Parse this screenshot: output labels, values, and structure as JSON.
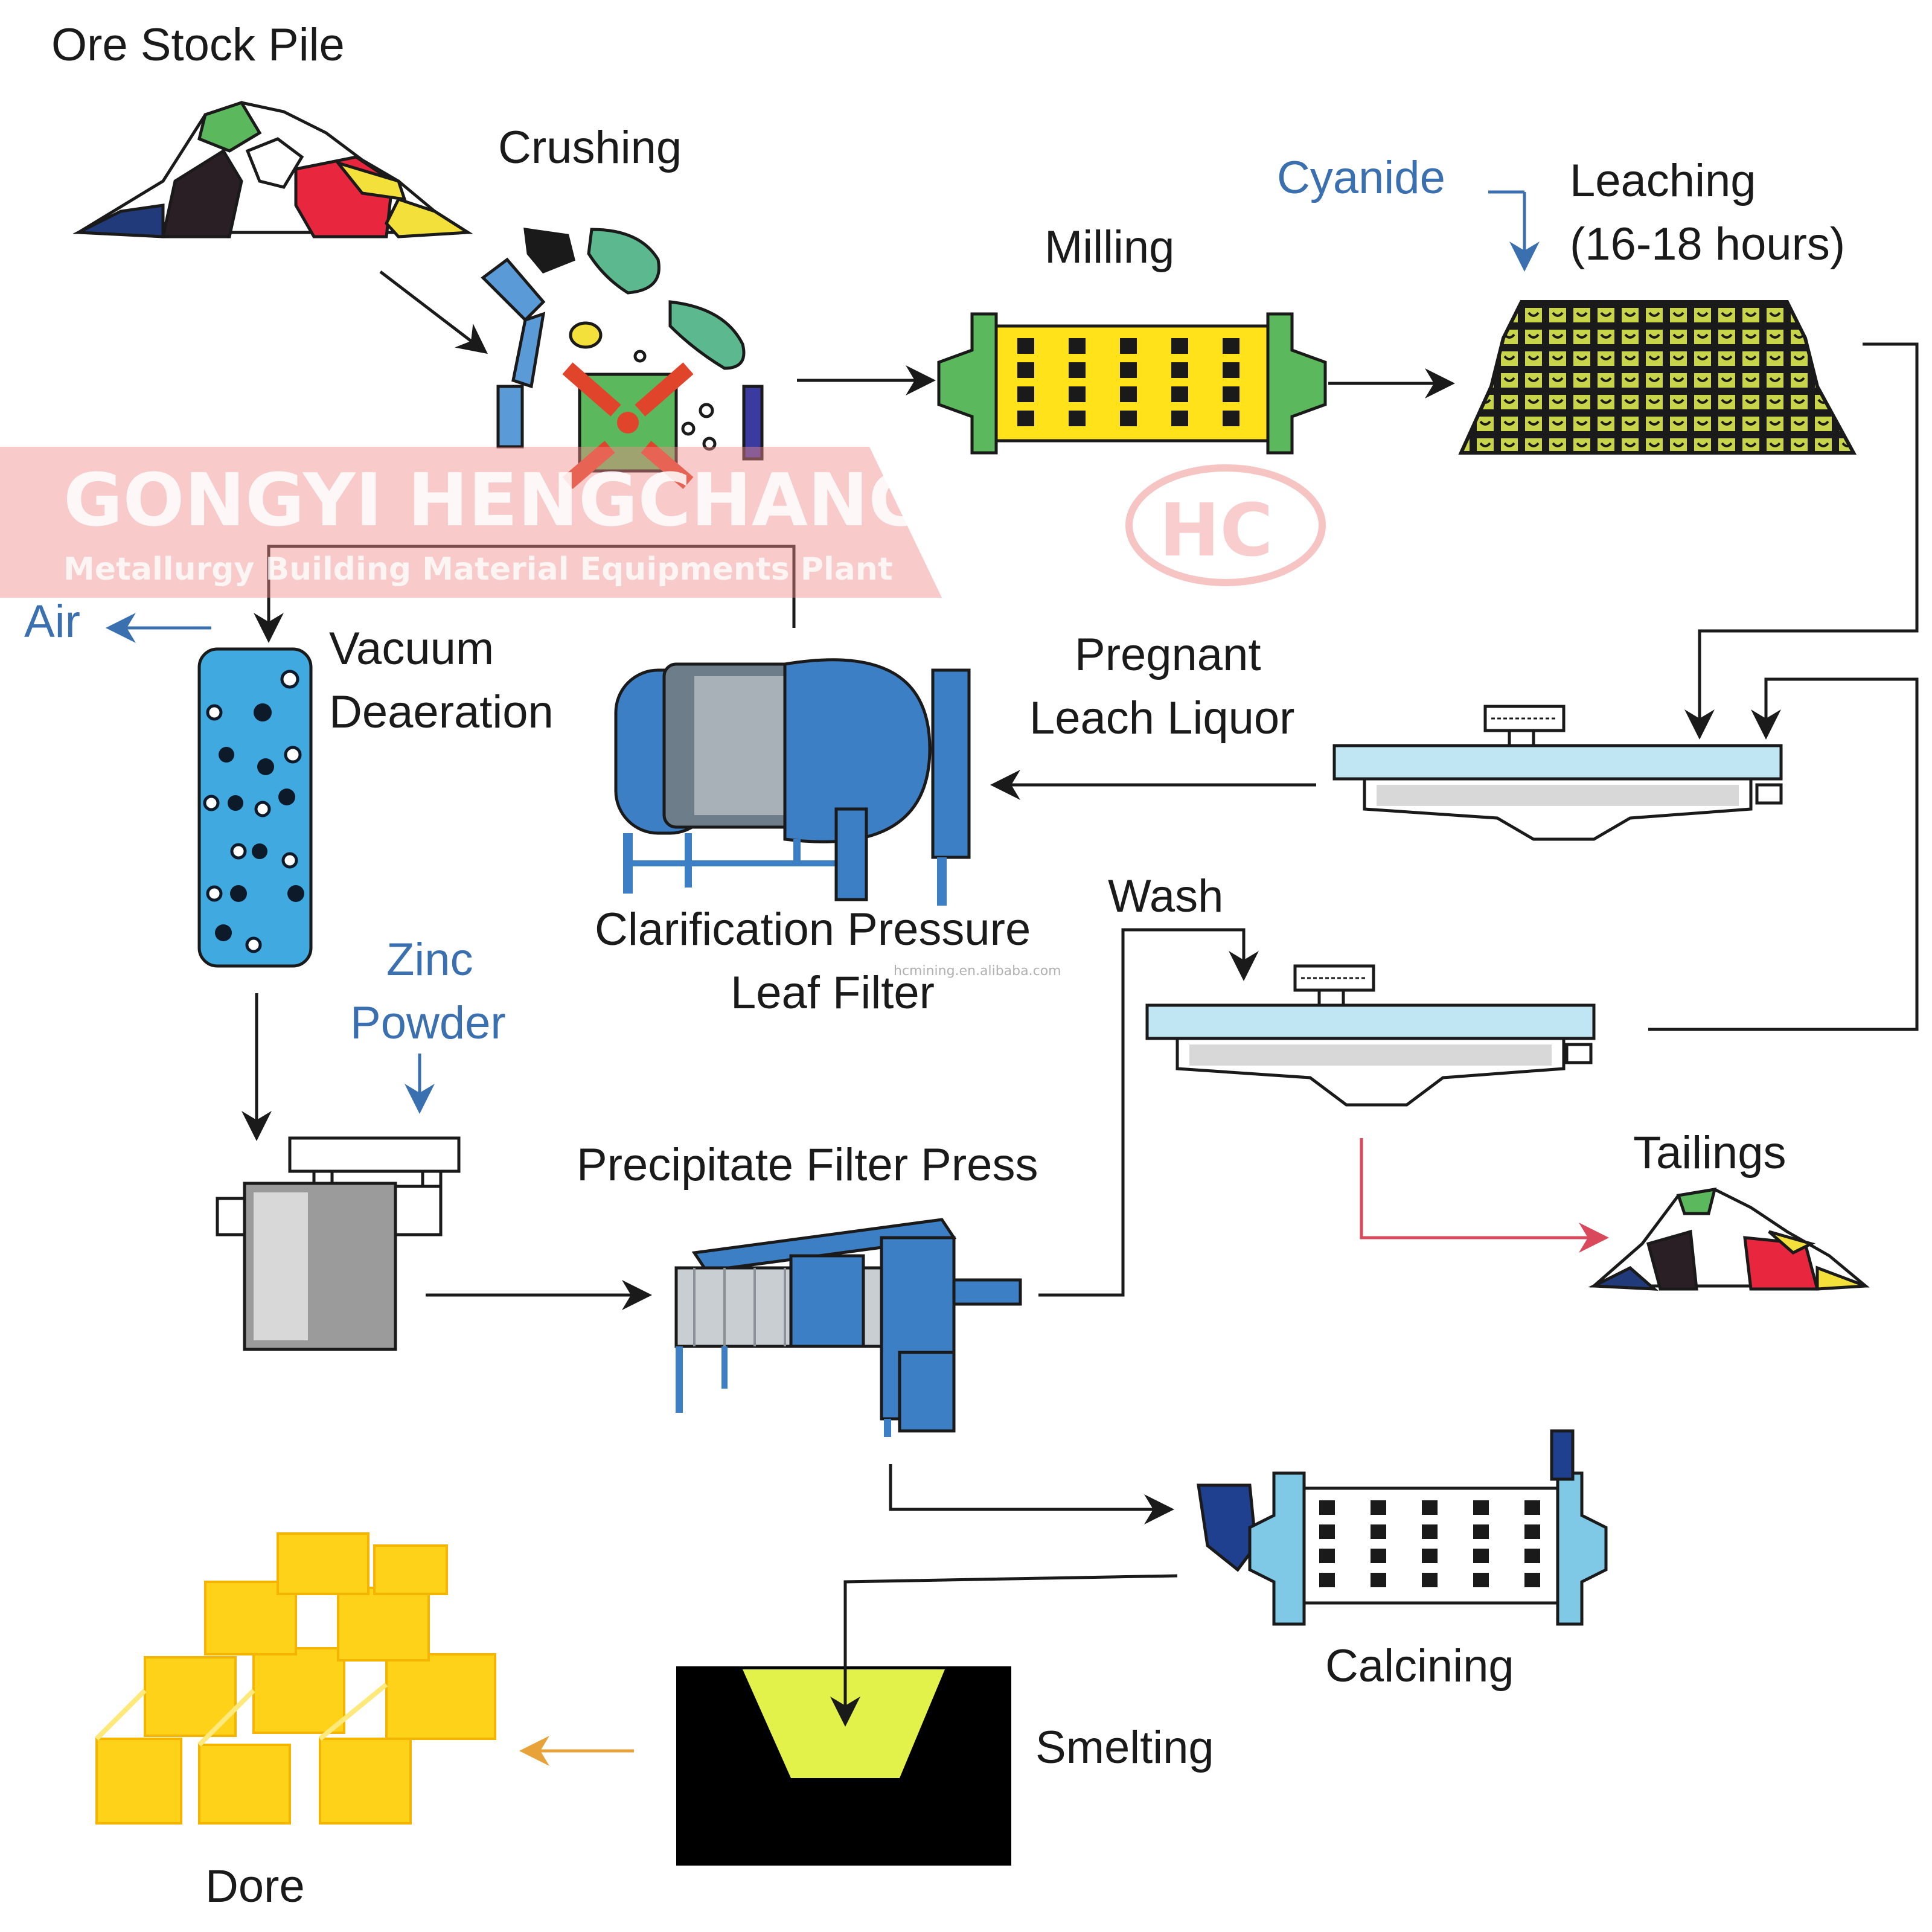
{
  "labels": {
    "ore_stock_pile": "Ore Stock Pile",
    "crushing": "Crushing",
    "milling": "Milling",
    "cyanide": "Cyanide",
    "leaching_1": "Leaching",
    "leaching_2": "(16-18 hours)",
    "air": "Air",
    "vacuum_1": "Vacuum",
    "vacuum_2": "Deaeration",
    "pregnant_1": "Pregnant",
    "pregnant_2": "Leach Liquor",
    "clarification_1": "Clarification Pressure",
    "clarification_2": "Leaf Filter",
    "wash": "Wash",
    "zinc_1": "Zinc",
    "zinc_2": "Powder",
    "precipitate": "Precipitate Filter Press",
    "tailings": "Tailings",
    "calcining": "Calcining",
    "smelting": "Smelting",
    "dore": "Dore"
  },
  "watermark": {
    "company": "GONGYI HENGCHANG",
    "tagline": "Metallurgy Building Material Equipments Plant",
    "url": "hcmining.en.alibaba.com",
    "logo_text": "HC"
  },
  "colors": {
    "line": "#1a1a1a",
    "reagent_blue": "#3a6fb0",
    "tailings_arrow": "#d9485b",
    "dore_arrow": "#e8a23a",
    "mill_yellow": "#ffe21a",
    "mill_green": "#5cb85c",
    "thickener_blue": "#bfe6f2",
    "filter_blue": "#3d7fc4",
    "deaerator_blue": "#3fa9e0",
    "smelt_yellow": "#e2f24a",
    "gold": "#ffd21a"
  }
}
